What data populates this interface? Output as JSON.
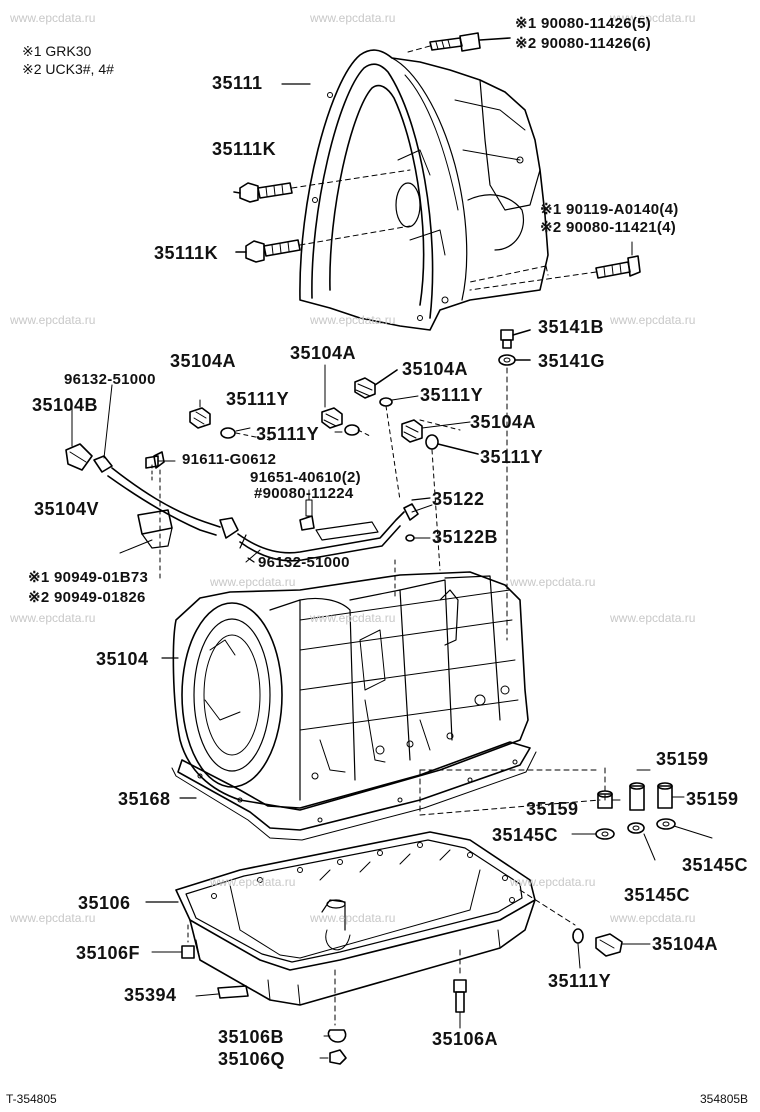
{
  "watermark": "www.epcdata.ru",
  "legend": [
    {
      "mark": "※1",
      "text": "GRK30"
    },
    {
      "mark": "※2",
      "text": "UCK3#, 4#"
    }
  ],
  "bolt_notes": {
    "top": [
      "※1 90080-11426(5)",
      "※2 90080-11426(6)"
    ],
    "right": [
      "※1 90119-A0140(4)",
      "※2 90080-11421(4)"
    ],
    "breather": [
      "※1 90949-01B73",
      "※2 90949-01826"
    ]
  },
  "parts": {
    "p35111": "35111",
    "p35111k_a": "35111K",
    "p35111k_b": "35111K",
    "p35141b": "35141B",
    "p35141g": "35141G",
    "p35104a_1": "35104A",
    "p35104a_2": "35104A",
    "p35104a_3": "35104A",
    "p35104a_4": "35104A",
    "p35104a_5": "35104A",
    "p96132_a": "96132-51000",
    "p96132_b": "96132-51000",
    "p35104b": "35104B",
    "p35111y_1": "35111Y",
    "p35111y_2": "35111Y",
    "p35111y_3": "35111Y",
    "p35111y_4": "35111Y",
    "p35111y_5": "35111Y",
    "p91611": "91611-G0612",
    "p91651": "91651-40610(2)",
    "p90080": "#90080-11224",
    "p35122": "35122",
    "p35122b": "35122B",
    "p35104v": "35104V",
    "p35104": "35104",
    "p35168": "35168",
    "p35159_a": "35159",
    "p35159_b": "35159",
    "p35159_c": "35159",
    "p35145c_a": "35145C",
    "p35145c_b": "35145C",
    "p35145c_c": "35145C",
    "p35106": "35106",
    "p35106f": "35106F",
    "p35394": "35394",
    "p35106b": "35106B",
    "p35106q": "35106Q",
    "p35106a": "35106A"
  },
  "footer": {
    "left": "T-354805",
    "right": "354805B"
  }
}
